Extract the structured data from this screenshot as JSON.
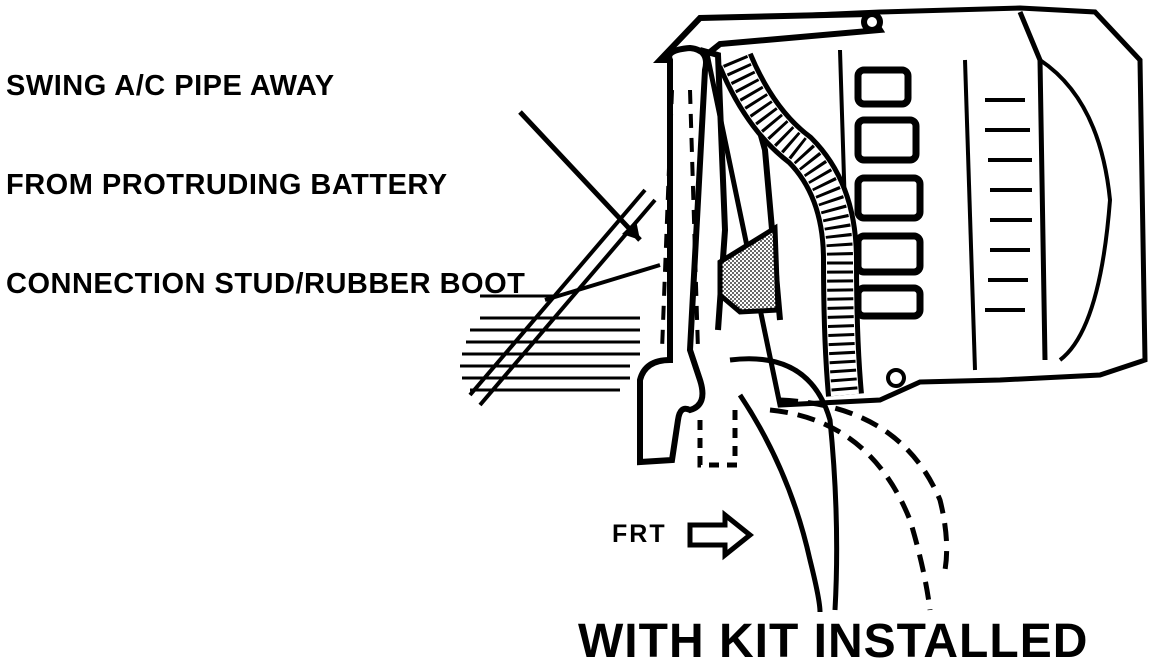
{
  "callout": {
    "lines": [
      "SWING A/C PIPE AWAY",
      "FROM PROTRUDING BATTERY",
      "CONNECTION STUD/RUBBER BOOT"
    ]
  },
  "direction_label": "FRT",
  "caption": "WITH KIT INSTALLED",
  "colors": {
    "ink": "#000000",
    "paper": "#ffffff"
  },
  "icons": [
    "front-direction-arrow-icon"
  ]
}
